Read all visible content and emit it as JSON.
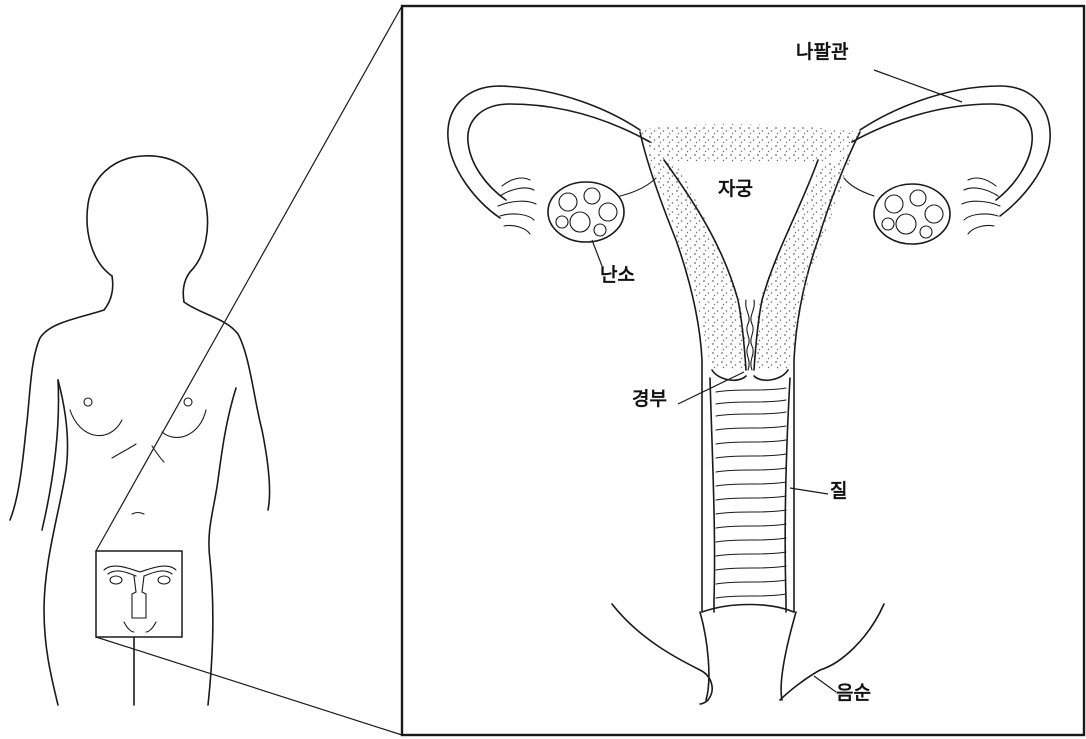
{
  "labels": {
    "fallopian_tube": "나팔관",
    "uterus": "자궁",
    "ovary": "난소",
    "cervix": "경부",
    "vagina": "질",
    "vulva": "음순"
  },
  "colors": {
    "line": "#1a1a1a",
    "background": "#ffffff",
    "stipple": "#6b6b6b"
  }
}
